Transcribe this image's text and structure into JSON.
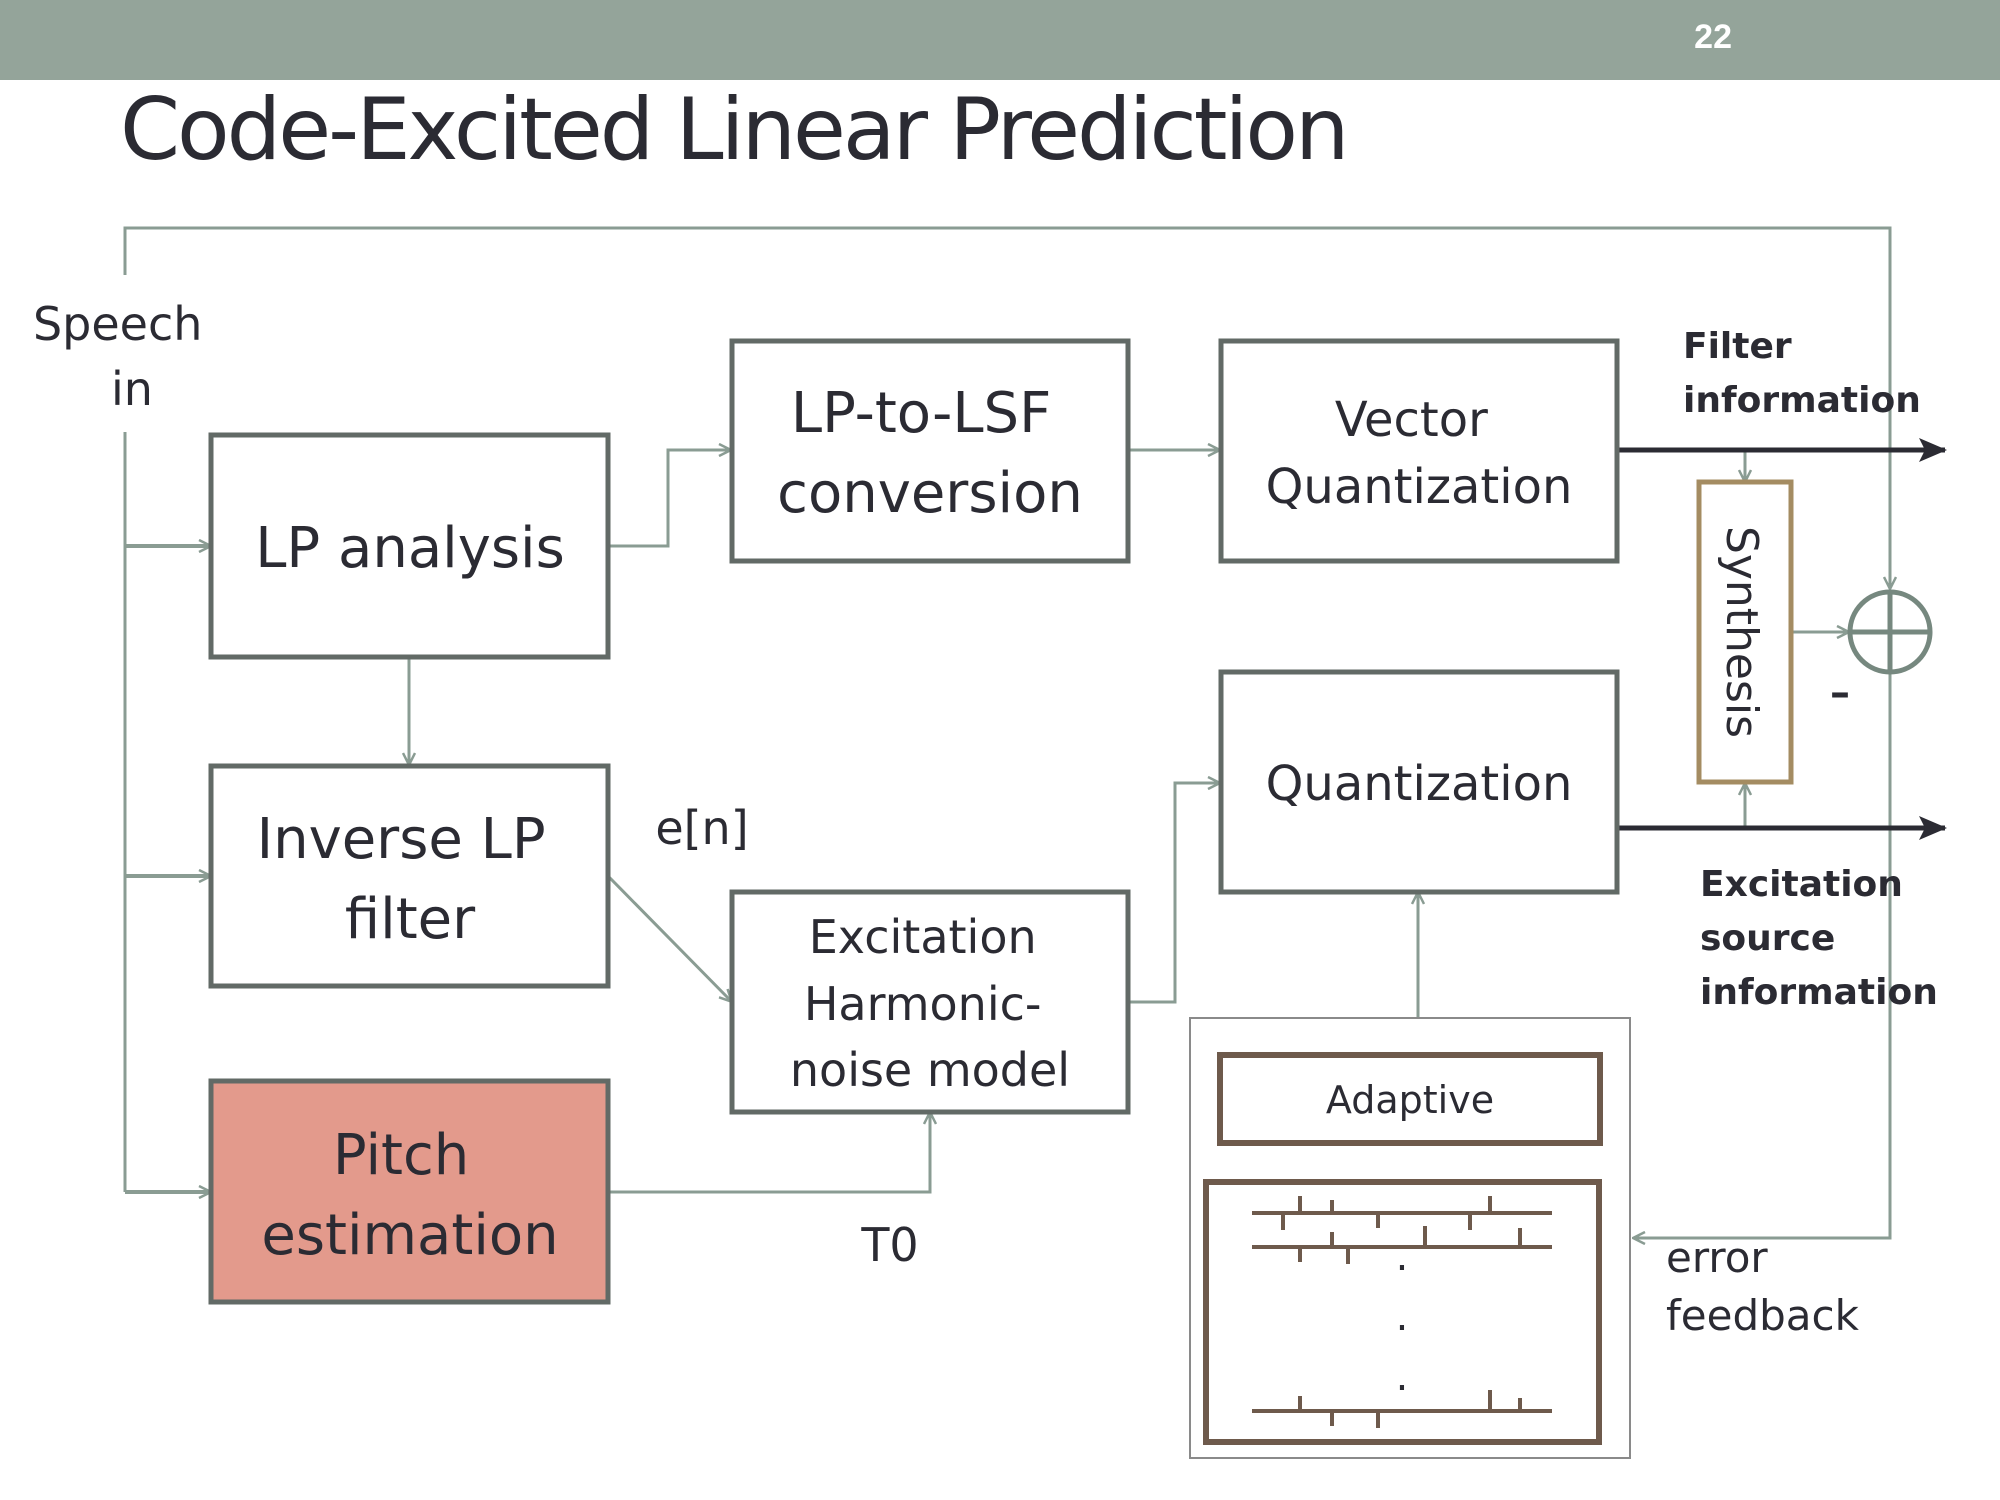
{
  "slide": {
    "page_number": "22",
    "title": "Code-Excited Linear Prediction"
  },
  "diagram": {
    "speech_in": [
      "Speech",
      "in"
    ],
    "lp_analysis": [
      "LP analysis"
    ],
    "inverse_lp": [
      "Inverse LP",
      "filter"
    ],
    "pitch_estimation": [
      "Pitch",
      "estimation"
    ],
    "lp_to_lsf": [
      "LP-to-LSF",
      "conversion"
    ],
    "vector_quantization": [
      "Vector",
      "Quantization"
    ],
    "excitation_model": [
      "Excitation",
      "Harmonic-",
      "noise model"
    ],
    "quantization": [
      "Quantization"
    ],
    "synthesis": "Synthesis",
    "adaptive": "Adaptive",
    "en_label": "e[n]",
    "t0_label": "T0",
    "filter_info": [
      "Filter",
      "information"
    ],
    "excitation_info": [
      "Excitation",
      "source",
      "information"
    ],
    "error_feedback": [
      "error",
      "feedback"
    ],
    "minus_sign": "–",
    "dots": [
      ".",
      ".",
      "."
    ]
  },
  "colors": {
    "header_bar": "#94a49a",
    "box_border": "#626a66",
    "connector": "#8a9c93",
    "pitch_fill": "#e39a8c",
    "synthesis_border": "#a48c62",
    "codebook_border": "#6e5a4c",
    "output_arrow": "#2b2b33"
  }
}
